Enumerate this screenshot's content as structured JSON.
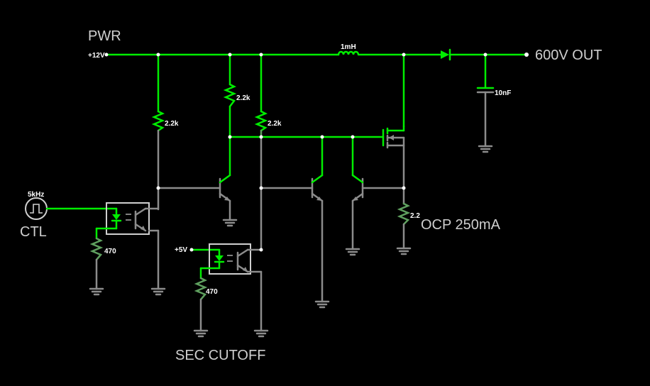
{
  "labels": {
    "pwr": "PWR",
    "ctl": "CTL",
    "sec_cutoff": "SEC CUTOFF",
    "output": "600V OUT",
    "ocp": "OCP 250mA"
  },
  "sources": {
    "supply": "+12V",
    "aux_supply": "+5V",
    "clock": "5kHz"
  },
  "components": {
    "inductor": "1mH",
    "capacitor": "10nF",
    "r_base1": "2.2k",
    "r_collector": "2.2k",
    "r_base2": "2.2k",
    "r_led1": "470",
    "r_led2": "470",
    "r_sense": "2.2"
  },
  "colors": {
    "live_wire": "#00ee00",
    "dead_wire": "#8c8c8c",
    "background": "#000000"
  }
}
